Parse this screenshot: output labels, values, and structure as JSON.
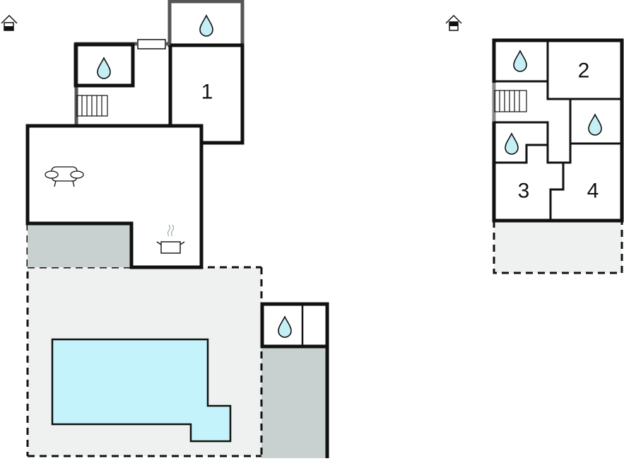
{
  "plan": {
    "ground_floor": {
      "floor_icon": "house-ground-floor-icon",
      "rooms": [
        {
          "label": "1"
        }
      ],
      "icons": [
        "water-drop-icon",
        "stairs-icon",
        "sofa-icon",
        "cooking-pot-icon",
        "window-icon",
        "pool"
      ]
    },
    "upper_floor": {
      "floor_icon": "house-upper-floor-icon",
      "rooms": [
        {
          "label": "2"
        },
        {
          "label": "3"
        },
        {
          "label": "4"
        }
      ],
      "icons": [
        "water-drop-icon",
        "stairs-icon"
      ]
    },
    "colors": {
      "pool": "#c5f3fb",
      "terrace": "#eef1f0",
      "covered": "#c8d0d0",
      "water": "#c5eef5"
    }
  }
}
